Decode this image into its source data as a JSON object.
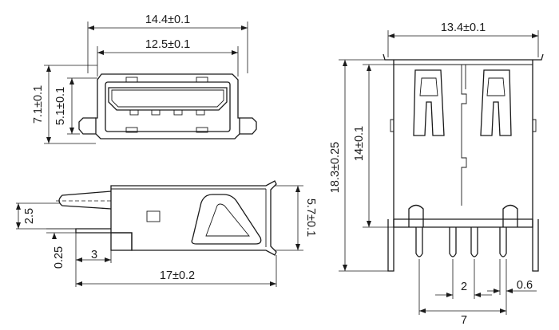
{
  "figure": "USB Type-A receptacle drawing",
  "dimensions": {
    "front_outer_width": "14.4±0.1",
    "front_inner_width": "12.5±0.1",
    "front_outer_height": "7.1±0.1",
    "front_inner_height": "5.1±0.1",
    "right_width": "13.4±0.1",
    "right_total_height": "18.3±0.25",
    "right_body_height": "14±0.1",
    "right_pin_pitch": "2",
    "right_pin_span": "7",
    "right_pin_width": "0.6",
    "side_tab_height": "2.5",
    "side_pin_thickness": "0.25",
    "side_pin_offset": "3",
    "side_body_height": "5.7±0.1",
    "side_total_length": "17±0.2"
  }
}
